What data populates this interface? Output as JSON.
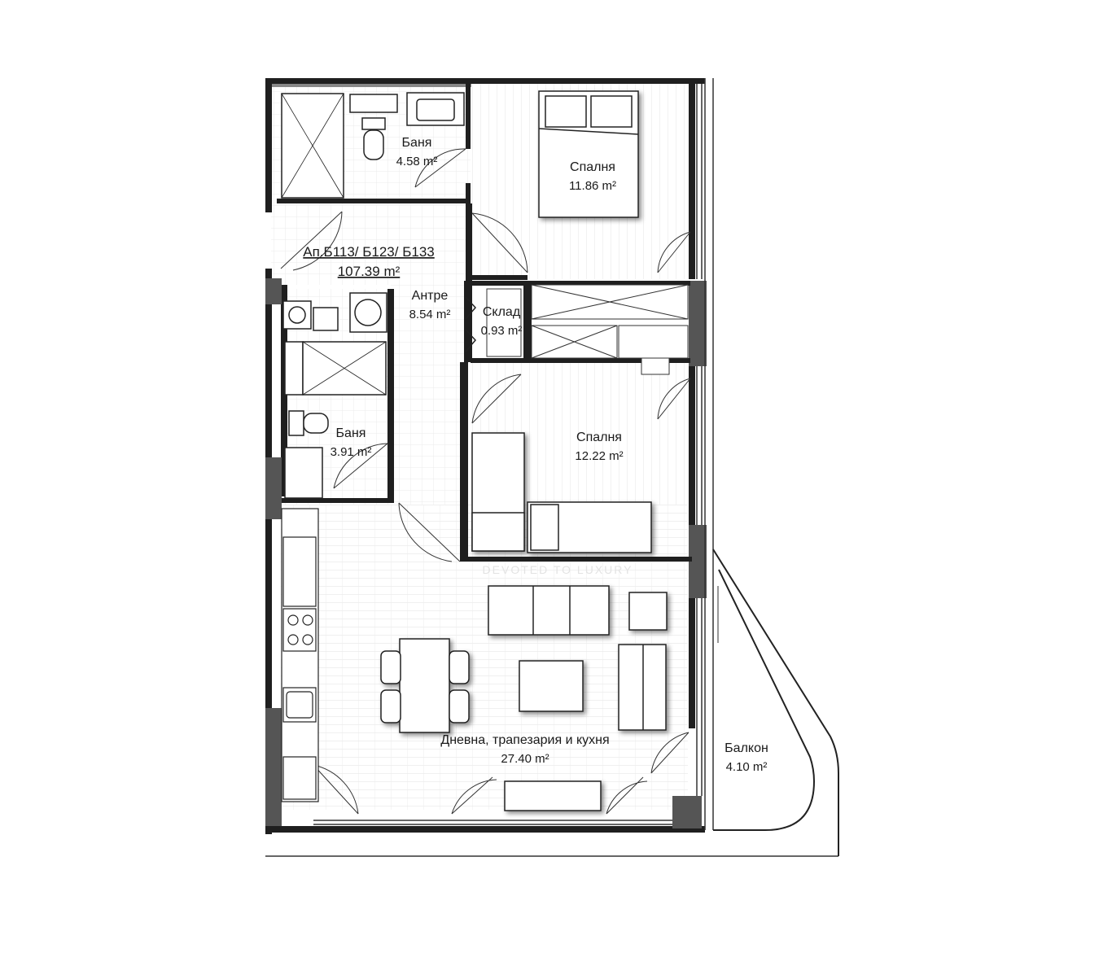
{
  "apartment": {
    "code": "Ап.Б113/ Б123/ Б133",
    "area": "107.39 m²"
  },
  "rooms": {
    "bath1": {
      "name": "Баня",
      "area": "4.58 m²"
    },
    "bedroom1": {
      "name": "Спалня",
      "area": "11.86 m²"
    },
    "hall": {
      "name": "Антре",
      "area": "8.54 m²"
    },
    "storage": {
      "name": "Склад",
      "area": "0.93 m²"
    },
    "bath2": {
      "name": "Баня",
      "area": "3.91 m²"
    },
    "bedroom2": {
      "name": "Спалня",
      "area": "12.22 m²"
    },
    "living": {
      "name": "Дневна, трапезария и кухня",
      "area": "27.40 m²"
    },
    "balcony": {
      "name": "Балкон",
      "area": "4.10 m²"
    }
  },
  "watermark": "DEVOTED TO LUXURY",
  "colors": {
    "wall": "#1f1f1f",
    "column": "#555555",
    "floor_hatch": "#d9d9d9",
    "furniture": "#ffffff",
    "line": "#333333"
  }
}
